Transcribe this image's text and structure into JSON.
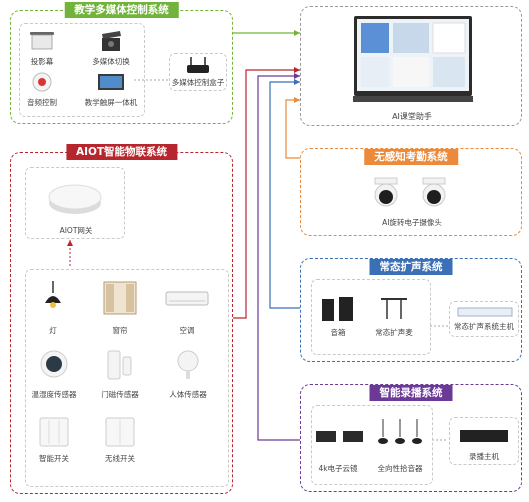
{
  "colors": {
    "green": "#72b33c",
    "red": "#b8262d",
    "orange": "#ea8a3a",
    "blue": "#3b6fb6",
    "purple": "#6a3a96"
  },
  "multimedia": {
    "title": "教学多媒体控制系统",
    "items": [
      "投影幕",
      "多媒体切换",
      "音频控制",
      "教学触屏一体机"
    ],
    "box": "多媒体控制盒子"
  },
  "aiot": {
    "title": "AIOT智能物联系统",
    "gateway": "AIOT网关",
    "devices": [
      "灯",
      "窗帘",
      "空调",
      "温湿度传感器",
      "门磁传感器",
      "人体传感器",
      "智能开关",
      "无线开关"
    ]
  },
  "assistant": {
    "label": "AI课堂助手"
  },
  "attendance": {
    "title": "无感知考勤系统",
    "camera": "AI旋转电子摄像头"
  },
  "pa": {
    "title": "常态扩声系统",
    "items": [
      "音箱",
      "常态扩声麦",
      "常态扩声系统主机"
    ]
  },
  "recording": {
    "title": "智能录播系统",
    "items": [
      "4k电子云镜",
      "全向性拾音器",
      "录播主机"
    ]
  }
}
